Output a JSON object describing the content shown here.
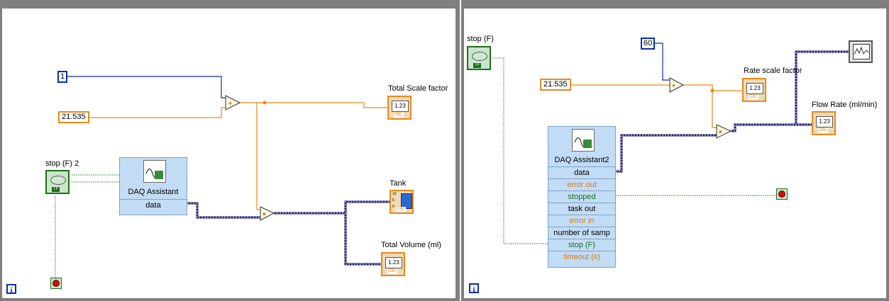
{
  "left_panel": {
    "const_one": "1",
    "const_scale": "21.535",
    "stop_label": "stop (F) 2",
    "stop_tf": "TF",
    "daq_title": "DAQ Assistant",
    "daq_data": "data",
    "total_scale_label": "Total Scale factor",
    "tank_label": "Tank",
    "total_volume_label": "Total Volume (ml)",
    "indicator_value": "1.23",
    "indicator_type": "DBL",
    "tank_scale_top": "10",
    "tank_scale_mid": "5",
    "tank_scale_bot": "0",
    "loop_icon": "i"
  },
  "right_panel": {
    "const_sixty": "60",
    "const_scale": "21.535",
    "stop_label": "stop (F)",
    "stop_tf": "TF",
    "rate_scale_label": "Rate scale factor",
    "flow_rate_label": "Flow Rate (ml/min)",
    "indicator_value": "1.23",
    "indicator_type": "DBL",
    "daq_title": "DAQ Assistant2",
    "daq_terms": [
      "data",
      "error out",
      "stopped",
      "task out",
      "error in",
      "number of samp",
      "stop (F)",
      "timeout (s)"
    ],
    "loop_icon": "i"
  },
  "colors": {
    "dbl_wire": "#e68a1a",
    "int_wire": "#0a2ea0",
    "bool_wire": "#1c6e1c",
    "dynamic_wire": "#1a1a6e"
  }
}
